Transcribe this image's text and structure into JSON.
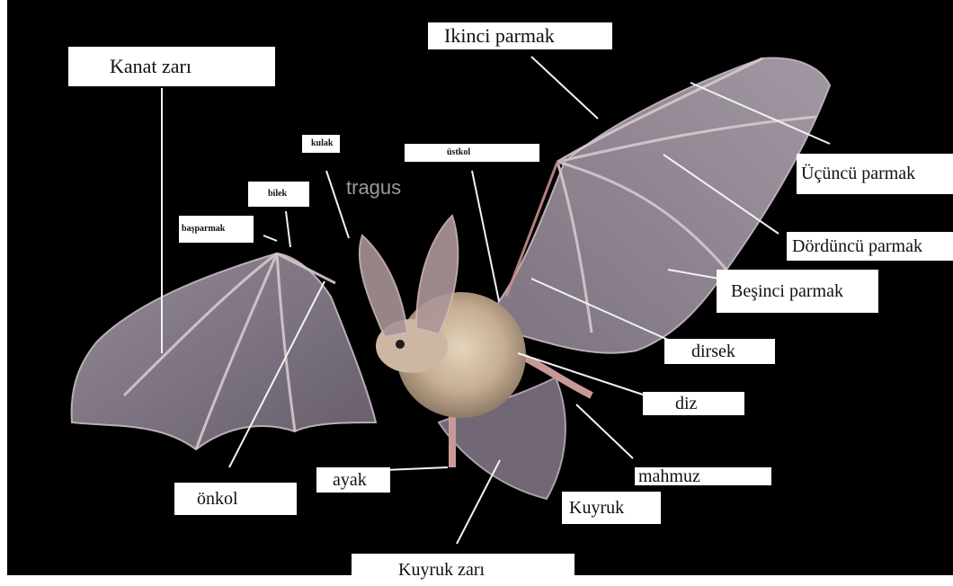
{
  "photo_caption": "tragus",
  "labels": {
    "kanat_zari": "Kanat zarı",
    "ikinci_parmak": "Ikinci parmak",
    "kulak": "kulak",
    "ustkol": "üstkol",
    "bilek": "bilek",
    "basparmak": "başparmak",
    "ucuncu_parmak": "Üçüncü parmak",
    "dorduncu_parmak": "Dördüncü parmak",
    "besinci_parmak": "Beşinci parmak",
    "dirsek": "dirsek",
    "diz": "diz",
    "mahmuz": "mahmuz",
    "avak": "ayak",
    "onkol": "önkol",
    "kuyruk": "Kuyruk",
    "kuyruk_zari": "Kuyruk zarı"
  },
  "colors": {
    "background": "#000000",
    "wing_membrane": "#8a7f8c",
    "wing_edge": "#b9aeb8",
    "fur": "#c9b49a",
    "ear": "#b79a9a",
    "leader_line": "#f2f2f2",
    "label_bg": "#ffffff"
  }
}
